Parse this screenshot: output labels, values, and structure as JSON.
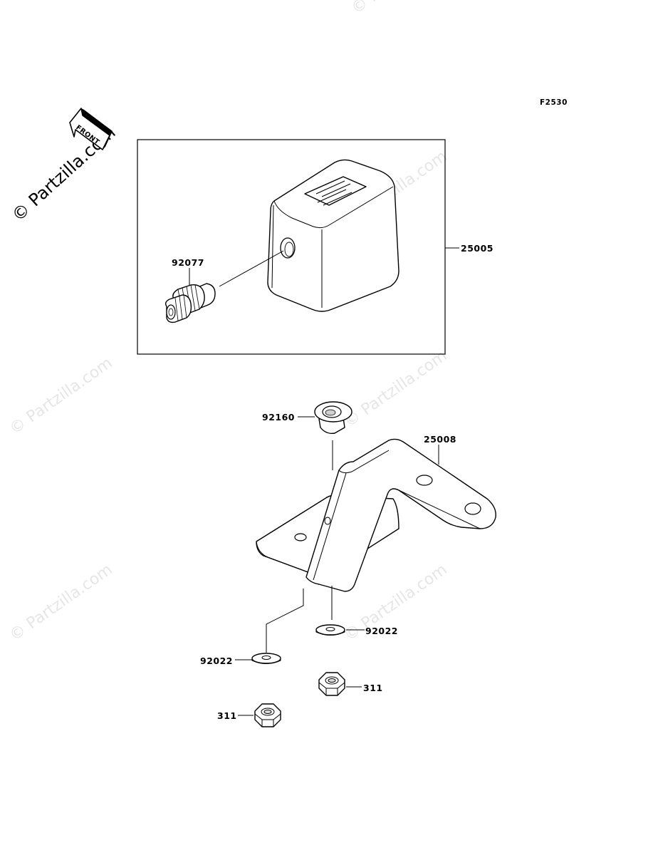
{
  "diagram": {
    "figure_code": "F2530",
    "front_label": "FRONT",
    "watermark": "© Partzilla.com",
    "callouts": {
      "p25005": "25005",
      "p92077": "92077",
      "p92160": "92160",
      "p25008": "25008",
      "p92022_right": "92022",
      "p92022_left": "92022",
      "p311_right": "311",
      "p311_left": "311"
    }
  }
}
